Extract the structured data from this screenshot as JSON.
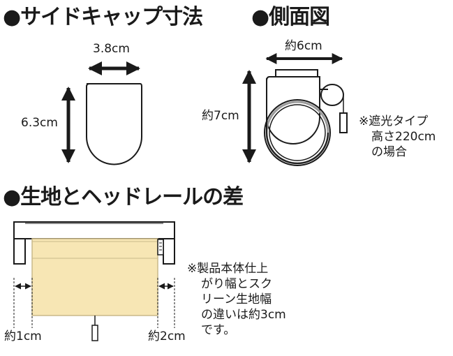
{
  "side_cap": {
    "heading": "●サイドキャップ寸法",
    "width_label": "3.8cm",
    "height_label": "6.3cm"
  },
  "side_view": {
    "heading": "●側面図",
    "width_label": "約6cm",
    "height_label": "約7cm",
    "note_line1": "※遮光タイプ",
    "note_line2": "高さ220cm",
    "note_line3": "の場合"
  },
  "fabric_diff": {
    "heading": "●生地とヘッドレールの差",
    "left_label": "約1cm",
    "right_label": "約2cm",
    "note_line1": "※製品本体仕上",
    "note_line2": "がり幅とスク",
    "note_line3": "リーン生地幅",
    "note_line4": "の違いは約3cm",
    "note_line5": "です。"
  },
  "colors": {
    "line": "#1a1a1a",
    "fabric": "#f7e6b4",
    "fabric_border": "#c9b98a",
    "cap_fill": "#ffffff",
    "chain_ring": "#9a9a9a"
  }
}
